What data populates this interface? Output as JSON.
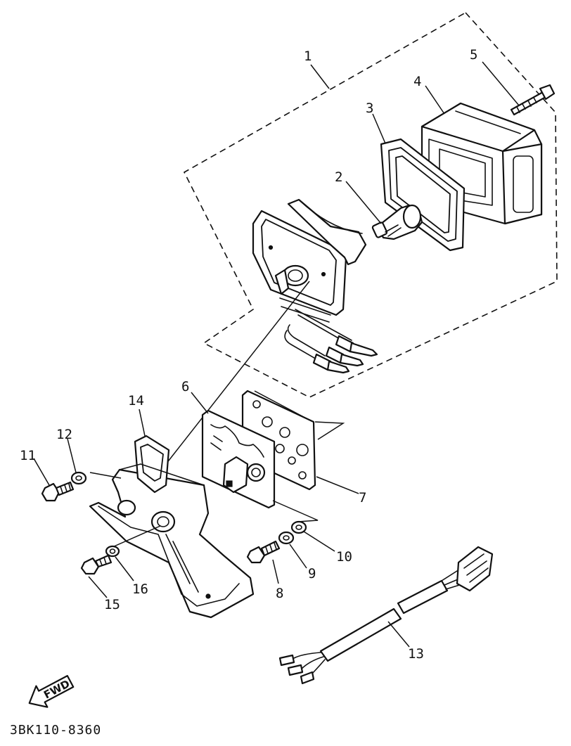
{
  "callouts": [
    {
      "id": "1",
      "label": "1"
    },
    {
      "id": "2",
      "label": "2"
    },
    {
      "id": "3",
      "label": "3"
    },
    {
      "id": "4",
      "label": "4"
    },
    {
      "id": "5",
      "label": "5"
    },
    {
      "id": "6",
      "label": "6"
    },
    {
      "id": "7",
      "label": "7"
    },
    {
      "id": "8",
      "label": "8"
    },
    {
      "id": "9",
      "label": "9"
    },
    {
      "id": "10",
      "label": "10"
    },
    {
      "id": "11",
      "label": "11"
    },
    {
      "id": "12",
      "label": "12"
    },
    {
      "id": "13",
      "label": "13"
    },
    {
      "id": "14",
      "label": "14"
    },
    {
      "id": "15",
      "label": "15"
    },
    {
      "id": "16",
      "label": "16"
    }
  ],
  "direction_label": "FWD",
  "diagram_code": "3BK110-8360"
}
